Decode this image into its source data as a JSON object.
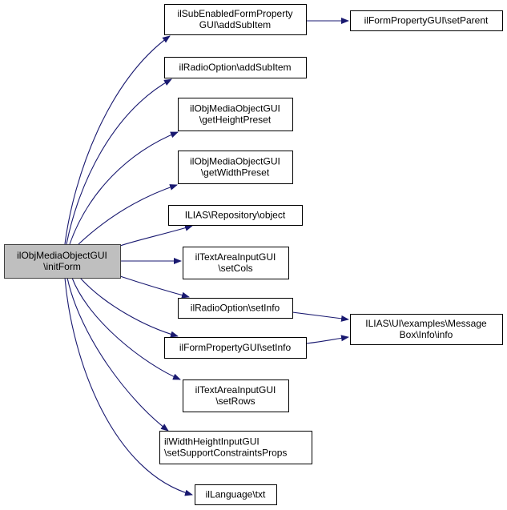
{
  "diagram": {
    "type": "call-graph",
    "colors": {
      "edge": "#191970",
      "root_fill": "#bfbfbf",
      "node_fill": "#ffffff",
      "node_border": "#000000",
      "root_border": "#404040"
    },
    "nodes": [
      {
        "id": "root",
        "lines": [
          "ilObjMediaObjectGUI",
          "\\initForm"
        ],
        "root": true
      },
      {
        "id": "subenabled-addsubitem",
        "lines": [
          "ilSubEnabledFormProperty",
          "GUI\\addSubItem"
        ]
      },
      {
        "id": "formproperty-setparent",
        "lines": [
          "ilFormPropertyGUI\\setParent"
        ]
      },
      {
        "id": "radiooption-addsubitem",
        "lines": [
          "ilRadioOption\\addSubItem"
        ]
      },
      {
        "id": "getheightpreset",
        "lines": [
          "ilObjMediaObjectGUI",
          "\\getHeightPreset"
        ]
      },
      {
        "id": "getwidthpreset",
        "lines": [
          "ilObjMediaObjectGUI",
          "\\getWidthPreset"
        ]
      },
      {
        "id": "repository-object",
        "lines": [
          "ILIAS\\Repository\\object"
        ]
      },
      {
        "id": "textarea-setcols",
        "lines": [
          "ilTextAreaInputGUI",
          "\\setCols"
        ]
      },
      {
        "id": "radiooption-setinfo",
        "lines": [
          "ilRadioOption\\setInfo"
        ]
      },
      {
        "id": "formproperty-setinfo",
        "lines": [
          "ilFormPropertyGUI\\setInfo"
        ]
      },
      {
        "id": "messagebox-info",
        "lines": [
          "ILIAS\\UI\\examples\\Message",
          "Box\\Info\\info"
        ]
      },
      {
        "id": "textarea-setrows",
        "lines": [
          "ilTextAreaInputGUI",
          "\\setRows"
        ]
      },
      {
        "id": "widthheight-setsupport",
        "lines": [
          "ilWidthHeightInputGUI",
          "\\setSupportConstraintsProps"
        ]
      },
      {
        "id": "language-txt",
        "lines": [
          "ilLanguage\\txt"
        ]
      }
    ],
    "edges": [
      {
        "from": "root",
        "to": "subenabled-addsubitem"
      },
      {
        "from": "root",
        "to": "radiooption-addsubitem"
      },
      {
        "from": "root",
        "to": "getheightpreset"
      },
      {
        "from": "root",
        "to": "getwidthpreset"
      },
      {
        "from": "root",
        "to": "repository-object"
      },
      {
        "from": "root",
        "to": "textarea-setcols"
      },
      {
        "from": "root",
        "to": "radiooption-setinfo"
      },
      {
        "from": "root",
        "to": "formproperty-setinfo"
      },
      {
        "from": "root",
        "to": "textarea-setrows"
      },
      {
        "from": "root",
        "to": "widthheight-setsupport"
      },
      {
        "from": "root",
        "to": "language-txt"
      },
      {
        "from": "subenabled-addsubitem",
        "to": "formproperty-setparent"
      },
      {
        "from": "radiooption-setinfo",
        "to": "messagebox-info"
      },
      {
        "from": "formproperty-setinfo",
        "to": "messagebox-info"
      }
    ]
  }
}
